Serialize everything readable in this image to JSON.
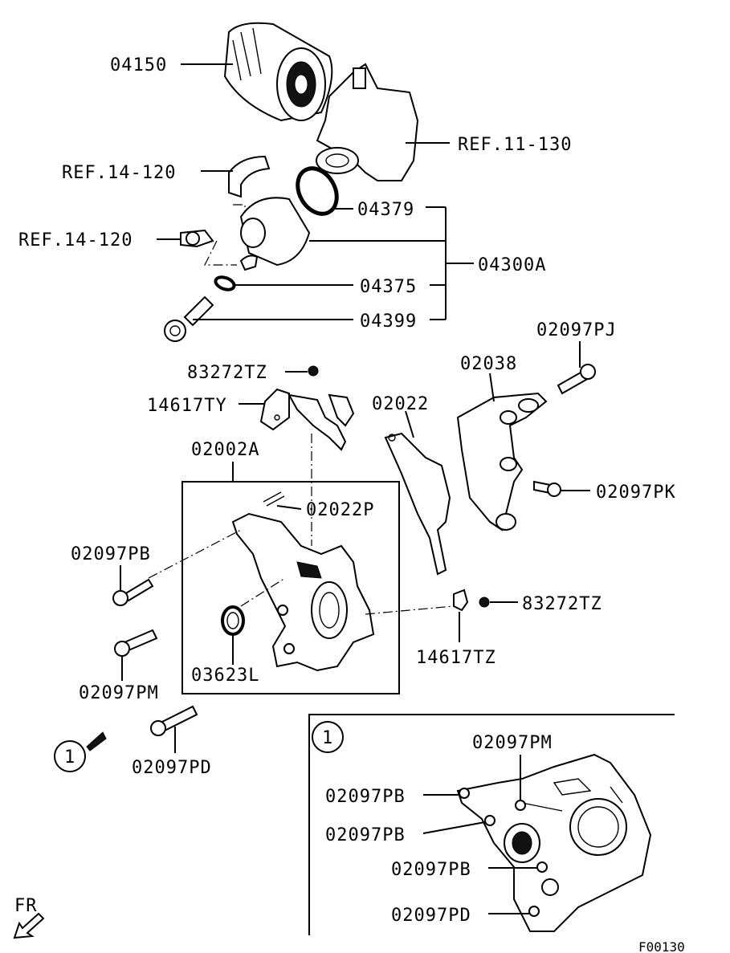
{
  "diagram": {
    "labels": {
      "oil_filter": "04150",
      "ref_11_130": "REF.11-130",
      "ref_14_120_a": "REF.14-120",
      "ref_14_120_b": "REF.14-120",
      "o_ring_04379": "04379",
      "assy_04300a": "04300A",
      "o_ring_04375": "04375",
      "bolt_04399": "04399",
      "bolt_02097pj": "02097PJ",
      "bracket_02038": "02038",
      "plug_83272tz_top": "83272TZ",
      "clip_14617ty": "14617TY",
      "gasket_02022": "02022",
      "pump_02002a": "02002A",
      "pin_02022p": "02022P",
      "bolt_02097pk": "02097PK",
      "bolt_02097pb": "02097PB",
      "plug_83272tz_right": "83272TZ",
      "clip_14617tz": "14617TZ",
      "seal_03623l": "03623L",
      "bolt_02097pm": "02097PM",
      "bolt_02097pd": "02097PD",
      "view_marker": "1"
    },
    "inset": {
      "marker": "1",
      "labels": [
        "02097PM",
        "02097PB",
        "02097PB",
        "02097PB",
        "02097PD"
      ]
    },
    "direction": "FR",
    "figure_code": "F00130"
  }
}
